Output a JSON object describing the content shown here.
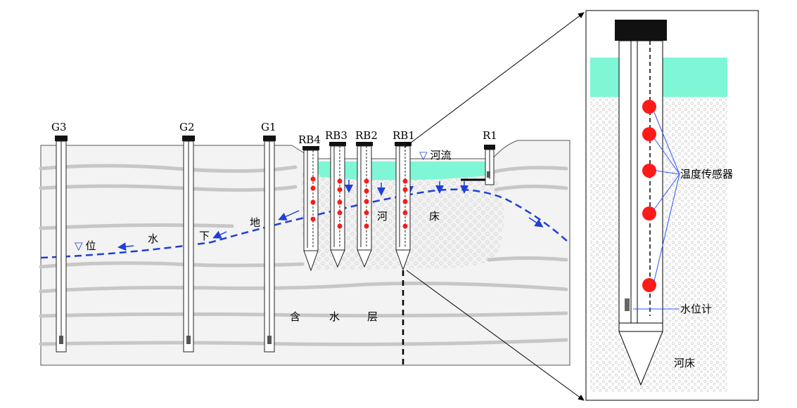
{
  "wells": {
    "G3": "G3",
    "G2": "G2",
    "G1": "G1",
    "RB4": "RB4",
    "RB3": "RB3",
    "RB2": "RB2",
    "RB1": "RB1",
    "R1": "R1"
  },
  "labels": {
    "river": "▽ 河流",
    "groundwater_level": [
      "▽ 位",
      "水",
      "下",
      "地"
    ],
    "riverbed_main": [
      "河",
      "床"
    ],
    "aquifer": [
      "含",
      "水",
      "层"
    ]
  },
  "detail": {
    "temperature_sensor": "温度传感器",
    "water_level_gauge": "水位计",
    "riverbed": "河床"
  },
  "colors": {
    "water": "#7ff7d6",
    "sensor": "#ff1a1a",
    "arrow": "#1f3fd8",
    "leader": "#3355ff",
    "strata": "#c7c7c7",
    "ground_fill": "#f3f3f3",
    "cap": "#111111"
  }
}
